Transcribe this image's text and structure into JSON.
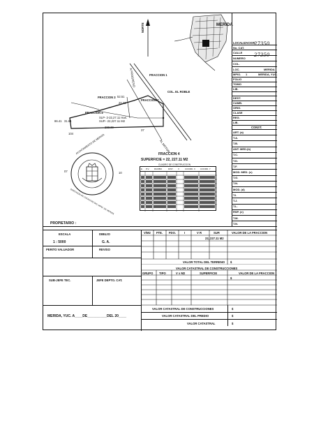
{
  "map": {
    "labels": {
      "norte": "NORTE",
      "merida": "MERIDA",
      "fraccion1": "FRACCION 1",
      "fraccion2": "FRACCION 2",
      "fraccion3": "FRACCION 3",
      "fraccion4": "FRACCION 4",
      "col_roble": "COL. EL ROBLE",
      "slp": "SLP- 2-22,27.11 Has.",
      "sup": "SUP.- 22,227.11 M2",
      "dim_top": "52.51",
      "dim_mid": "20.23",
      "dim_bottom": "283.39",
      "dim_left": "86.41",
      "dim_left2": "31.64",
      "node_104": "104",
      "node_37": "37",
      "road": "AL MOTOR",
      "road2": "A PROGRESO"
    }
  },
  "seal": {
    "top": "AYUNTAMIENTO DE MERIDA",
    "bottom": "DIRECCION DE CATASTRO DEL MPIO. DE MERIDA",
    "left_num": "07",
    "right_num": "10"
  },
  "fraction_table": {
    "title": "FRACCION 4",
    "superficie": "SUPERFICIE = 22, 227.11 M2",
    "subtitle": "CUADRO DE CONSTRUCCION",
    "headers": [
      "E",
      "P.V.",
      "RUMBO",
      "DIST.",
      "V",
      "COORD. X",
      "COORD. Y"
    ]
  },
  "sidebar": {
    "localizacion": "LOCALIZACION",
    "no_cat_label": "No. CAT.",
    "no_cat_value": "27350",
    "calle": "CALLE",
    "numero_label": "NUMERO",
    "numero_value": "27350",
    "col": "COL.",
    "loc_label": "LOC.",
    "loc_value": "MERIDA",
    "mpio_label": "MPIO.",
    "mpio_num": "1",
    "mpio_value": "MERIDA, YUC.",
    "folio": "FOLIO",
    "tomo": "TOMO",
    "lib": "LIB.",
    "dest": "DEST.",
    "camb": "CAMB.",
    "orig": "ORIG.",
    "clase": "CLASE",
    "reg": "REG.",
    "lib2": "LIB.",
    "const": "CONST.",
    "items": [
      "ART. (a)",
      "T.A.",
      "T.B.",
      "ANT. MED.(b)",
      "T.C.",
      "T.D.",
      "T.F.",
      "MOD. MED. (c)",
      "T.G.",
      "T.N.",
      "MOD. (d)",
      "T.I.",
      "T.J.",
      "T.L.",
      "RSP. (e)",
      "T.M.",
      "T.N."
    ]
  },
  "propietario": "PROPIETARIO :",
  "escala_label": "ESCALA",
  "escala_value": "1 : 5000",
  "dibujo_label": "DIBUJO",
  "dibujo_value": "G. A.",
  "perito_label": "PERITO VALUADOR",
  "reviso_label": "REVISO",
  "subjefe_label": "SUB-JEFE TEC.",
  "jefe_label": "JEFE DEPTO. CAT.",
  "fecha": "MERIDA, YUC. A____DE__________DEL 20____",
  "terreno": {
    "headers": [
      "V/M2",
      "FTE.",
      "FDO.",
      "I",
      "V R",
      "SUP.",
      "VALOR DE LA FRACCION"
    ],
    "sup_value": "22, 227.11 M2",
    "total_label": "VALOR TOTAL DEL TERRENO",
    "dollar": "$"
  },
  "construcciones": {
    "title": "VALOR CATASTRAL DE CONSTRUCCIONES",
    "headers": [
      "GRUPO",
      "TIPO",
      "V x M2",
      "SUPERFICIE",
      "VALOR DE LA FRACCION"
    ],
    "dollar": "$"
  },
  "totales": {
    "construcciones": "VALOR CATASTRAL DE CONSTRUCCIONES",
    "predio": "VALOR CATASTRAL DEL PREDIO",
    "catastral": "VALOR CATASTRAL",
    "dollar": "$"
  }
}
